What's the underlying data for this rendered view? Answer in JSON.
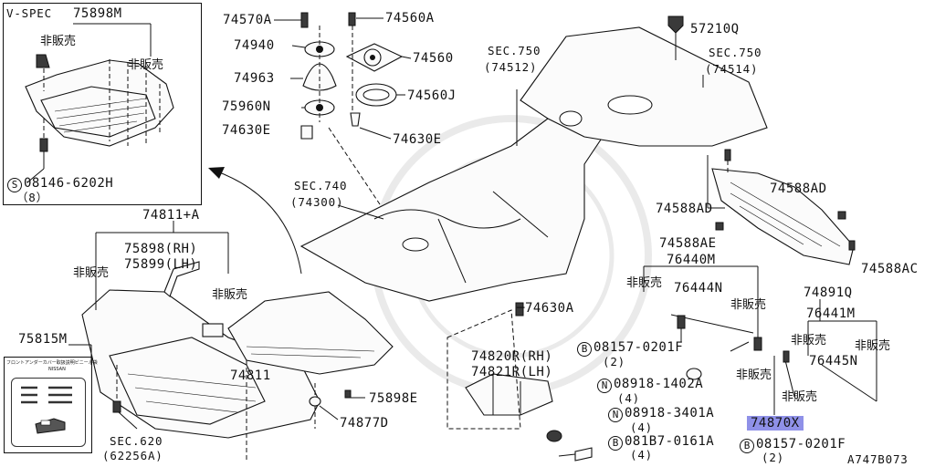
{
  "diagram": {
    "ref_code": "A747B073",
    "inset": {
      "title": "V-SPEC",
      "part": "75898M",
      "note_left": "非販売",
      "note_right": "非販売",
      "bolt_symbol": "S",
      "bolt": "08146-6202H",
      "bolt_qty": "（8）"
    },
    "labels": {
      "p74570A": "74570A",
      "p74940": "74940",
      "p74963": "74963",
      "p75960N": "75960N",
      "p74630E_left": "74630E",
      "p74560A": "74560A",
      "p74560": "74560",
      "p74560J": "74560J",
      "p74630E_right": "74630E",
      "sec750_a": "SEC.750",
      "sec750_a_sub": "(74512)",
      "p57210Q": "57210Q",
      "sec750_b": "SEC.750",
      "sec750_b_sub": "(74514)",
      "sec740": "SEC.740",
      "sec740_sub": "(74300)",
      "p74588AD_left": "74588AD",
      "p74588AD_right": "74588AD",
      "p74588AE": "74588AE",
      "p74588AC": "74588AC",
      "p76440M": "76440M",
      "p74811A": "74811+A",
      "p75898RH": "75898(RH)",
      "p75899LH": "75899(LH)",
      "note_a": "非販売",
      "note_b": "非販売",
      "p75815M": "75815M",
      "p74811": "74811",
      "p74630A": "74630A",
      "note_c": "非販売",
      "p76444N": "76444N",
      "note_d": "非販売",
      "p74891Q": "74891Q",
      "p76441M": "76441M",
      "note_e": "非販売",
      "note_f": "非販売",
      "p76445N": "76445N",
      "p74820RH": "74820R(RH)",
      "p74821LH": "74821R(LH)",
      "b08157_top": "08157-0201F",
      "b08157_top_qty": "(2)",
      "n08918_1402A": "08918-1402A",
      "n08918_1402A_qty": "(4)",
      "n08918_3401A": "08918-3401A",
      "n08918_3401A_qty": "(4)",
      "b081B7": "081B7-0161A",
      "b081B7_qty": "(4)",
      "b08157_bot": "08157-0201F",
      "b08157_bot_qty": "(2)",
      "note_g": "非販売",
      "note_h": "非販売",
      "p74870X": "74870X",
      "p75898E": "75898E",
      "p74877D": "74877D",
      "sec620": "SEC.620",
      "sec620_sub": "(62256A)"
    },
    "symbols": {
      "B": "B",
      "N": "N"
    },
    "card": {
      "title": "フロントアンダーカバー取扱説明ビニール袋",
      "brand": "NISSAN"
    },
    "colors": {
      "highlight": "#8f91e8",
      "ink": "#111111"
    }
  }
}
